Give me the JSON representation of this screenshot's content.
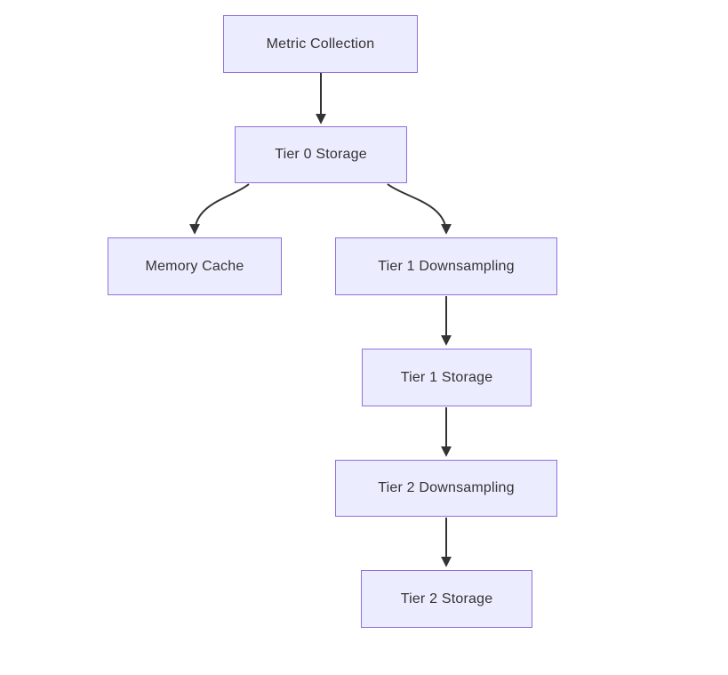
{
  "diagram": {
    "type": "flowchart",
    "direction": "top-down",
    "nodes": [
      {
        "id": "metric-collection",
        "label": "Metric Collection"
      },
      {
        "id": "tier0-storage",
        "label": "Tier 0 Storage"
      },
      {
        "id": "memory-cache",
        "label": "Memory Cache"
      },
      {
        "id": "tier1-downsampling",
        "label": "Tier 1 Downsampling"
      },
      {
        "id": "tier1-storage",
        "label": "Tier 1 Storage"
      },
      {
        "id": "tier2-downsampling",
        "label": "Tier 2 Downsampling"
      },
      {
        "id": "tier2-storage",
        "label": "Tier 2 Storage"
      }
    ],
    "edges": [
      {
        "from": "metric-collection",
        "to": "tier0-storage"
      },
      {
        "from": "tier0-storage",
        "to": "memory-cache"
      },
      {
        "from": "tier0-storage",
        "to": "tier1-downsampling"
      },
      {
        "from": "tier1-downsampling",
        "to": "tier1-storage"
      },
      {
        "from": "tier1-storage",
        "to": "tier2-downsampling"
      },
      {
        "from": "tier2-downsampling",
        "to": "tier2-storage"
      }
    ],
    "colors": {
      "node_fill": "#ECECFF",
      "node_border": "#9370DB",
      "edge": "#333333",
      "text": "#333333",
      "background": "#ffffff"
    }
  }
}
